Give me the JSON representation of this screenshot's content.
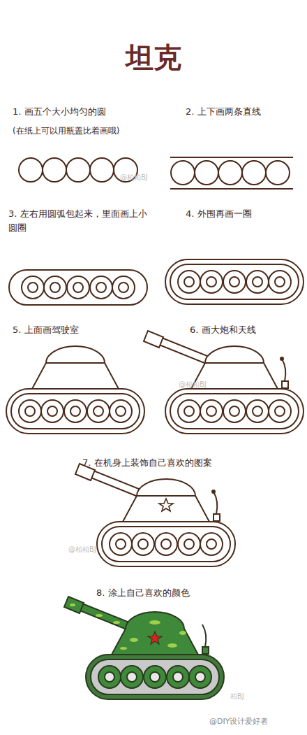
{
  "diagram": {
    "title": "坦克",
    "labels": [
      "1. 画五个大小均匀的圆",
      "(在纸上可以用瓶盖比着画哦)",
      "2. 上下画两条直线",
      "3. 左右用圆弧包起来，里面画上小圆圈",
      "4. 外围再画一圈",
      "5. 上面画驾驶室",
      "6. 画大炮和天线",
      "7. 在机身上装饰自己喜欢的图案",
      "8. 涂上自己喜欢的颜色",
      "@柏柏BJ",
      "@柏柏BJ",
      "@柏柏BJ",
      "柏BJ",
      "@DIY设计爱好者"
    ]
  }
}
